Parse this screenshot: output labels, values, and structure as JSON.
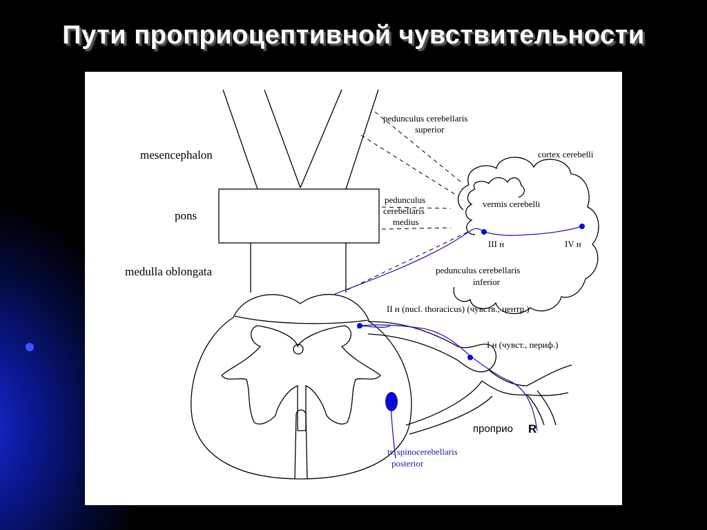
{
  "slide": {
    "title": "Пути проприоцептивной чувствительности",
    "background_color": "#000000",
    "accent_color": "#1a2fd8"
  },
  "diagram": {
    "labels": {
      "mesencephalon": "mesencephalon",
      "pons": "pons",
      "medulla": "medulla oblongata",
      "ped_superior_1": "pedunculus cerebellaris",
      "ped_superior_2": "superior",
      "ped_medius_1": "pedunculus",
      "ped_medius_2": "cerebellaris",
      "ped_medius_3": "medius",
      "cortex": "cortex cerebelli",
      "vermis": "vermis cerebelli",
      "n3": "III н",
      "n4": "IV н",
      "ped_inferior_1": "pedunculus cerebellaris",
      "ped_inferior_2": "inferior",
      "n2": "II н (nucl. thoracicus)  (чувств., центр.)",
      "n1": "I н (чувст., периф.)",
      "proprio": "проприо",
      "receptor": "R",
      "tract_1": "tr. spinocerebellaris",
      "tract_2": "posterior"
    },
    "colors": {
      "pathway": "#1a1acc",
      "neuron_body": "#0a0ad8",
      "outline": "#000000",
      "panel": "#ffffff"
    }
  }
}
